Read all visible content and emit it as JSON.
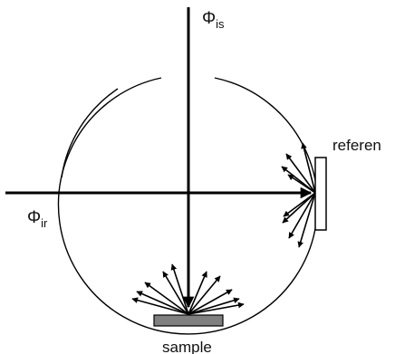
{
  "labels": {
    "phi_symbol": "Φ",
    "phi_is_subscript": "is",
    "phi_ir_subscript": "ir",
    "reference": "referen",
    "sample": "sample"
  },
  "colors": {
    "line": "#000000",
    "sample_fill": "#808080",
    "reference_fill": "#ffffff"
  }
}
